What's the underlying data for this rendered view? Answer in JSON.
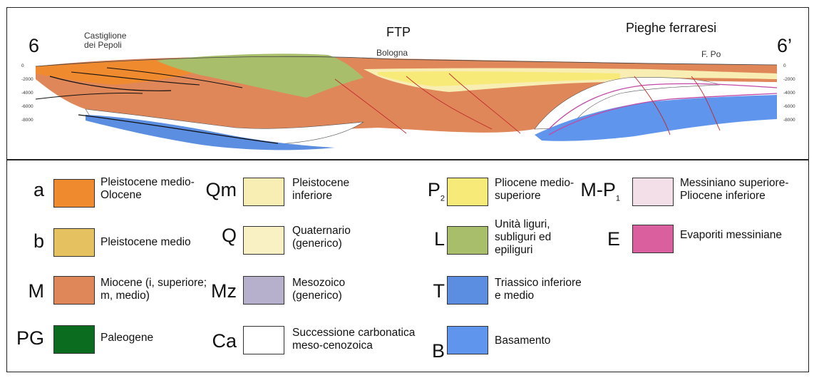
{
  "section": {
    "endpoint_left": "6",
    "endpoint_right": "6’",
    "place_left": "Castiglione\ndei Pepoli",
    "place_center_region": "FTP",
    "place_center": "Bologna",
    "place_right_region": "Pieghe ferraresi",
    "place_right": "F. Po",
    "depth_labels_left": [
      "0",
      "-2000",
      "-4000",
      "-6000",
      "-8000"
    ],
    "depth_labels_right": [
      "0",
      "-2000",
      "-4000",
      "-6000",
      "-8000"
    ]
  },
  "colors": {
    "a": "#f08a2e",
    "b": "#e6c160",
    "M": "#e0875a",
    "PG": "#0b6b1e",
    "Qm": "#f8eeb4",
    "Q": "#f9f1c4",
    "Mz": "#b7b0cc",
    "Ca": "#ffffff",
    "P2": "#f8ea78",
    "L": "#a8be6a",
    "T": "#5b8de0",
    "B": "#5f95ec",
    "MP1": "#f3dfe8",
    "E": "#da5f9f",
    "thrust": "#c0282e",
    "fault": "#111111",
    "pink_line": "#c14aa6"
  },
  "legend": [
    {
      "code": "a",
      "label": "Pleistocene medio-\nOlocene"
    },
    {
      "code": "b",
      "label": "Pleistocene medio"
    },
    {
      "code": "M",
      "label": "Miocene (i, superiore;\nm, medio)"
    },
    {
      "code": "PG",
      "label": "Paleogene"
    },
    {
      "code": "Qm",
      "label": "Pleistocene\ninferiore"
    },
    {
      "code": "Q",
      "label": "Quaternario\n(generico)"
    },
    {
      "code": "Mz",
      "label": "Mesozoico\n(generico)"
    },
    {
      "code": "Ca",
      "label": "Successione carbonatica\nmeso-cenozoica"
    },
    {
      "code": "P",
      "code_sub": "2",
      "label": "Pliocene medio-\nsuperiore"
    },
    {
      "code": "L",
      "label": "Unità liguri,\nsubliguri ed\nepiliguri"
    },
    {
      "code": "T",
      "label": "Triassico inferiore\ne medio"
    },
    {
      "code": "B",
      "label": "Basamento"
    },
    {
      "code": "M-P",
      "code_sub": "1",
      "label": "Messiniano superiore-\nPliocene inferiore"
    },
    {
      "code": "E",
      "label": "Evaporiti messiniane"
    }
  ]
}
